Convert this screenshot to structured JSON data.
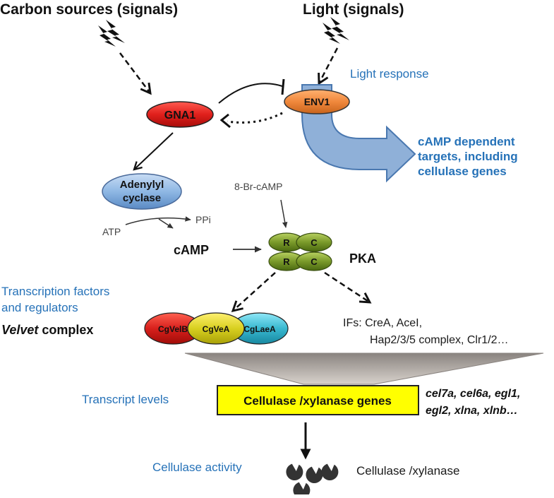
{
  "labels": {
    "carbon_sources": "Carbon sources (signals)",
    "light_signals": "Light (signals)",
    "light_response": "Light response",
    "gna1": "GNA1",
    "env1": "ENV1",
    "camp_targets_1": "cAMP dependent",
    "camp_targets_2": "targets, including",
    "camp_targets_3": "cellulase genes",
    "adenylyl_1": "Adenylyl",
    "adenylyl_2": "cyclase",
    "br_camp": "8-Br-cAMP",
    "atp": "ATP",
    "ppi": "PPi",
    "camp": "cAMP",
    "pka": "PKA",
    "pka_r": "R",
    "pka_c": "C",
    "tf_1": "Transcription factors",
    "tf_2": "and regulators",
    "velvet_italic": "Velvet",
    "velvet_rest": " complex",
    "cgvelb": "CgVelB",
    "cgvea": "CgVeA",
    "cglaea": "CgLaeA",
    "ifs_1": "IFs: CreA, AceI,",
    "ifs_2": "Hap2/3/5 complex, Clr1/2…",
    "transcript_levels": "Transcript levels",
    "genes_box": "Cellulase /xylanase genes",
    "genes_1": "cel7a, cel6a, egl1,",
    "genes_2": "egl2, xlna, xlnb…",
    "cellulase_activity": "Cellulase activity",
    "cellulase_xylanase": "Cellulase /xylanase"
  },
  "colors": {
    "gna1": "#e0201c",
    "env1": "#f0883c",
    "adenylyl": "#8fb8e4",
    "pka": "#7a9a2a",
    "velb": "#d8201c",
    "vea": "#d8d020",
    "laea": "#38b8d0",
    "arrow_blue": "#8fb0d8",
    "gene_box": "#ffff00",
    "text_blue": "#2672b8"
  }
}
